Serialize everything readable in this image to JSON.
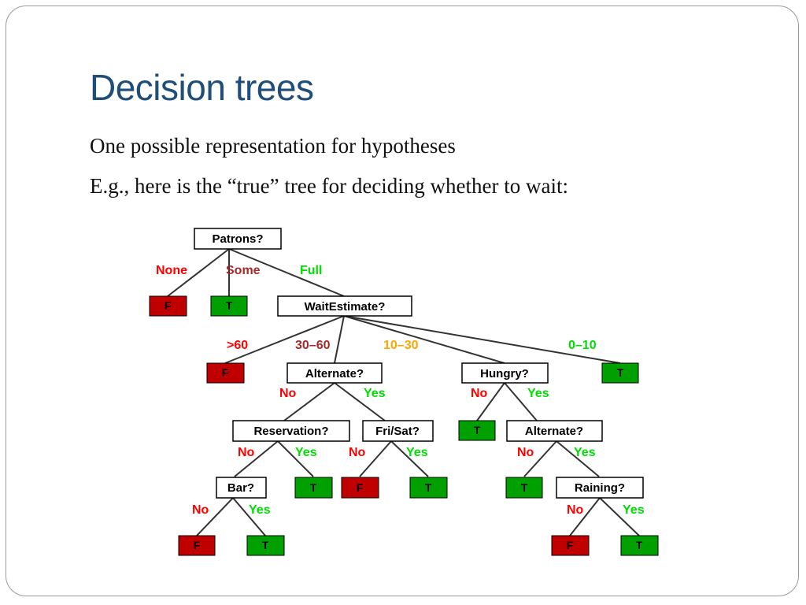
{
  "slide": {
    "title": "Decision trees",
    "bullets": [
      "One possible representation for hypotheses",
      "E.g., here is the “true” tree for deciding whether to wait:"
    ]
  },
  "tree": {
    "colors": {
      "false_leaf": "#c00000",
      "true_leaf": "#00a000",
      "red_label": "#ff0000",
      "brown_label": "#a52a2a",
      "green_label": "#00dd00",
      "orange_label": "#ffa500"
    },
    "nodes": {
      "patrons": "Patrons?",
      "wait_estimate": "WaitEstimate?",
      "alternate_1": "Alternate?",
      "hungry": "Hungry?",
      "reservation": "Reservation?",
      "fri_sat": "Fri/Sat?",
      "alternate_2": "Alternate?",
      "bar": "Bar?",
      "raining": "Raining?"
    },
    "leaves": {
      "patrons_none": "F",
      "patrons_some": "T",
      "wait_gt60": "F",
      "wait_0_10": "T",
      "hungry_no": "T",
      "reservation_yes": "T",
      "frisat_no": "F",
      "frisat_yes": "T",
      "alternate2_no": "T",
      "bar_no": "F",
      "bar_yes": "T",
      "raining_no": "F",
      "raining_yes": "T"
    },
    "edge_labels": {
      "none": "None",
      "some": "Some",
      "full": "Full",
      "gt60": ">60",
      "w30_60": "30–60",
      "w10_30": "10–30",
      "w0_10": "0–10",
      "alt1_no": "No",
      "alt1_yes": "Yes",
      "hungry_no": "No",
      "hungry_yes": "Yes",
      "res_no": "No",
      "res_yes": "Yes",
      "frisat_no": "No",
      "frisat_yes": "Yes",
      "alt2_no": "No",
      "alt2_yes": "Yes",
      "bar_no": "No",
      "bar_yes": "Yes",
      "rain_no": "No",
      "rain_yes": "Yes"
    }
  }
}
